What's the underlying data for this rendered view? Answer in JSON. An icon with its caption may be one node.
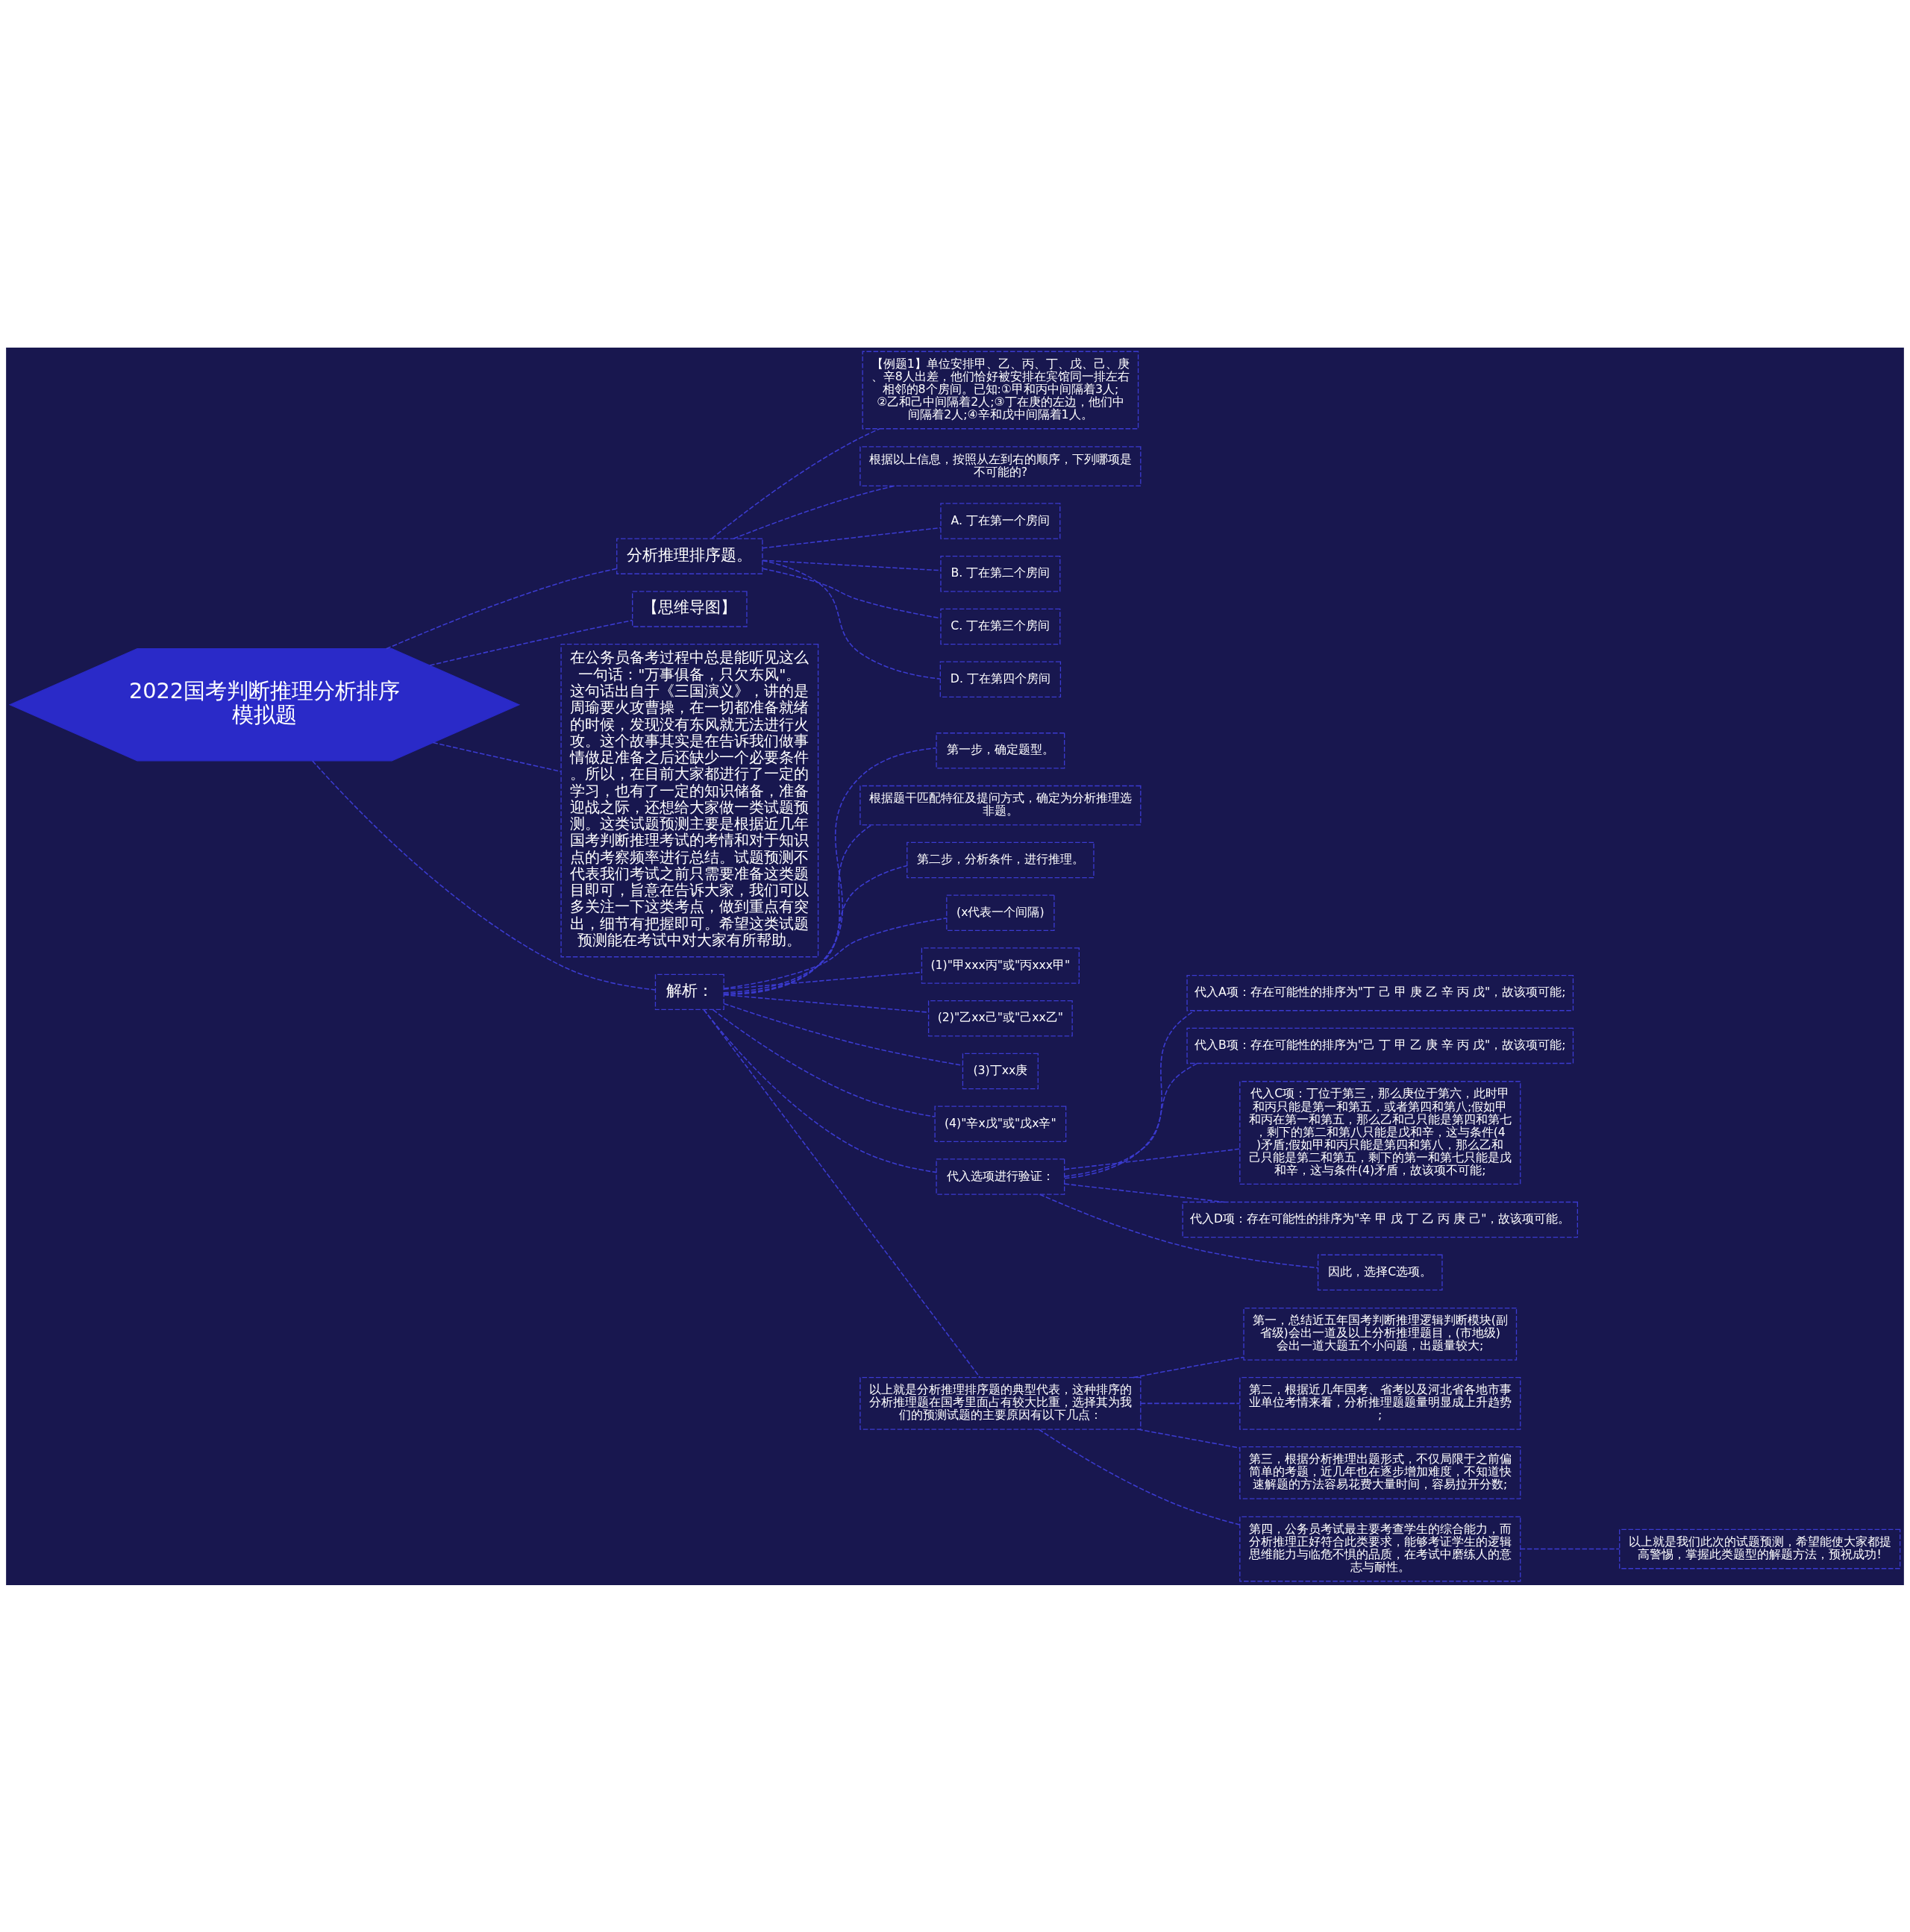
{
  "diagram": {
    "nodes": [
      {
        "text": [
          "2022国考判断推理分析排序模拟题"
        ]
      },
      {
        "text": [
          "分析推理排序题。"
        ]
      },
      {
        "text": [
          "【例题1】单位安排甲、乙、丙、丁、戊、己、庚、辛8人出差，他们恰好被安排在宾馆同一排左右相邻的8个房间。已知:①甲和丙中间隔着3人;②乙和己中间隔着2人;③丁在庚的左边，他们中间隔着2人;④辛和戊中间隔着1人。"
        ]
      },
      {
        "text": [
          "根据以上信息，按照从左到右的顺序，下列哪项是不可能的?"
        ]
      },
      {
        "text": [
          "A. 丁在第一个房间"
        ]
      },
      {
        "text": [
          "B. 丁在第二个房间"
        ]
      },
      {
        "text": [
          "C. 丁在第三个房间"
        ]
      },
      {
        "text": [
          "D. 丁在第四个房间"
        ]
      },
      {
        "text": [
          "【思维导图】"
        ]
      },
      {
        "text": [
          "在公务员备考过程中总是能听见这么一句话：\"万事俱备，只欠东风\"。这句话出自于《三国演义》，讲的是周瑜要火攻曹操，在一切都准备就绪的时候，发现没有东风就无法进行火攻。这个故事其实是在告诉我们做事情做足准备之后还缺少一个必要条件。所以，在目前大家都进行了一定的学习，也有了一定的知识储备，准备迎战之际，还想给大家做一类试题预测。这类试题预测主要是根据近几年国考判断推理考试的考情和对于知识点的考察频率进行总结。试题预测不代表我们考试之前只需要准备这类题目即可，旨意在告诉大家，我们可以多关注一下这类考点，做到重点有突出，细节有把握即可。希望这类试题预测能在考试中对大家有所帮助。"
        ]
      },
      {
        "text": [
          "解析："
        ]
      },
      {
        "text": [
          "第一步，确定题型。"
        ]
      },
      {
        "text": [
          "根据题干匹配特征及提问方式，确定为分析推理选非题。"
        ]
      },
      {
        "text": [
          "第二步，分析条件，进行推理。"
        ]
      },
      {
        "text": [
          "(x代表一个间隔)"
        ]
      },
      {
        "text": [
          "(1)\"甲xxx丙\"或\"丙xxx甲\""
        ]
      },
      {
        "text": [
          "(2)\"乙xx己\"或\"己xx乙\""
        ]
      },
      {
        "text": [
          "(3)丁xx庚"
        ]
      },
      {
        "text": [
          "(4)\"辛x戊\"或\"戊x辛\""
        ]
      },
      {
        "text": [
          "代入选项进行验证："
        ]
      },
      {
        "text": [
          "以上就是分析推理排序题的典型代表，这种排序的分析推理题在国考里面占有较大比重，选择其为我们的预测试题的主要原因有以下几点："
        ]
      },
      {
        "text": [
          "代入A项：存在可能性的排序为\"丁 己 甲 庚 乙 辛 丙 戊\"，故该项可能;"
        ]
      },
      {
        "text": [
          "代入B项：存在可能性的排序为\"己 丁 甲 乙 庚 辛 丙 戊\"，故该项可能;"
        ]
      },
      {
        "text": [
          "代入C项：丁位于第三，那么庚位于第六，此时甲和丙只能是第一和第五，或者第四和第八;假如甲和丙在第一和第五，那么乙和己只能是第四和第七，剩下的第二和第八只能是戊和辛，这与条件(4)矛盾;假如甲和丙只能是第四和第八，那么乙和己只能是第二和第五，剩下的第一和第七只能是戊和辛，这与条件(4)矛盾，故该项不可能;"
        ]
      },
      {
        "text": [
          "代入D项：存在可能性的排序为\"辛 甲 戊 丁 乙 丙 庚 己\"，故该项可能。"
        ]
      },
      {
        "text": [
          "因此，选择C选项。"
        ]
      },
      {
        "text": [
          "第一，总结近五年国考判断推理逻辑判断模块(副省级)会出一道及以上分析推理题目，(市地级)会出一道大题五个小问题，出题量较大;"
        ]
      },
      {
        "text": [
          "第二，根据近几年国考、省考以及河北省各地市事业单位考情来看，分析推理题题量明显成上升趋势;"
        ]
      },
      {
        "text": [
          "第三，根据分析推理出题形式，不仅局限于之前偏简单的考题，近几年也在逐步增加难度，不知道快速解题的方法容易花费大量时间，容易拉开分数;"
        ]
      },
      {
        "text": [
          "第四，公务员考试最主要考查学生的综合能力，而分析推理正好符合此类要求，能够考证学生的逻辑思维能力与临危不惧的品质，在考试中磨练人的意志与耐性。"
        ]
      },
      {
        "text": [
          "以上就是我们此次的试题预测，希望能使大家都提高警惕，掌握此类题型的解题方法，预祝成功!"
        ]
      }
    ],
    "edges": [
      {
        "from": 0,
        "to": 1,
        "arrow": "none"
      },
      {
        "from": 1,
        "to": 2,
        "arrow": "none"
      },
      {
        "from": 1,
        "to": 3,
        "arrow": "none"
      },
      {
        "from": 1,
        "to": 4,
        "arrow": "none"
      },
      {
        "from": 1,
        "to": 5,
        "arrow": "none"
      },
      {
        "from": 1,
        "to": 6,
        "arrow": "none"
      },
      {
        "from": 1,
        "to": 7,
        "arrow": "none"
      },
      {
        "from": 0,
        "to": 8,
        "arrow": "none"
      },
      {
        "from": 0,
        "to": 9,
        "arrow": "none"
      },
      {
        "from": 0,
        "to": 10,
        "arrow": "none"
      },
      {
        "from": 10,
        "to": 11,
        "arrow": "none"
      },
      {
        "from": 10,
        "to": 12,
        "arrow": "none"
      },
      {
        "from": 10,
        "to": 13,
        "arrow": "none"
      },
      {
        "from": 10,
        "to": 14,
        "arrow": "none"
      },
      {
        "from": 10,
        "to": 15,
        "arrow": "none"
      },
      {
        "from": 10,
        "to": 16,
        "arrow": "none"
      },
      {
        "from": 10,
        "to": 17,
        "arrow": "none"
      },
      {
        "from": 10,
        "to": 18,
        "arrow": "none"
      },
      {
        "from": 10,
        "to": 19,
        "arrow": "none"
      },
      {
        "from": 10,
        "to": 20,
        "arrow": "none"
      },
      {
        "from": 19,
        "to": 21,
        "arrow": "none"
      },
      {
        "from": 19,
        "to": 22,
        "arrow": "none"
      },
      {
        "from": 19,
        "to": 23,
        "arrow": "none"
      },
      {
        "from": 19,
        "to": 24,
        "arrow": "none"
      },
      {
        "from": 19,
        "to": 25,
        "arrow": "none"
      },
      {
        "from": 20,
        "to": 26,
        "arrow": "none"
      },
      {
        "from": 20,
        "to": 27,
        "arrow": "none"
      },
      {
        "from": 20,
        "to": 28,
        "arrow": "none"
      },
      {
        "from": 20,
        "to": 29,
        "arrow": "none"
      },
      {
        "from": 29,
        "to": 30,
        "arrow": "none"
      }
    ]
  }
}
